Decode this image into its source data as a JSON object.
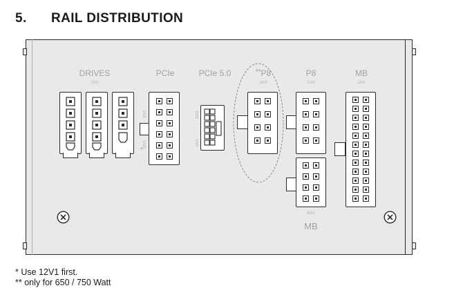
{
  "section": {
    "number": "5.",
    "title": "RAIL DISTRIBUTION"
  },
  "connectors": {
    "drives": {
      "label": "DRIVES",
      "rail": "12V1"
    },
    "pcie": {
      "label": "PCIe",
      "rail_top": "12V2",
      "rail_bottom": "12V1",
      "asterisk": "*"
    },
    "pcie5": {
      "label": "PCIe 5.0",
      "rail_top": "12V2",
      "rail_bottom": "12V1"
    },
    "p8_optional": {
      "label": "P8",
      "prefix": "**",
      "rail": "12V2"
    },
    "p8": {
      "label": "P8",
      "rail": "12V2"
    },
    "mb": {
      "label": "MB",
      "rail": "12V1"
    },
    "mb_lower": {
      "label": "MB",
      "rail": "12V1"
    }
  },
  "footnotes": [
    "* Use 12V1 first.",
    "** only for 650 / 750 Watt"
  ],
  "icons": {
    "screw_left": "screw-icon",
    "screw_right": "screw-icon"
  }
}
